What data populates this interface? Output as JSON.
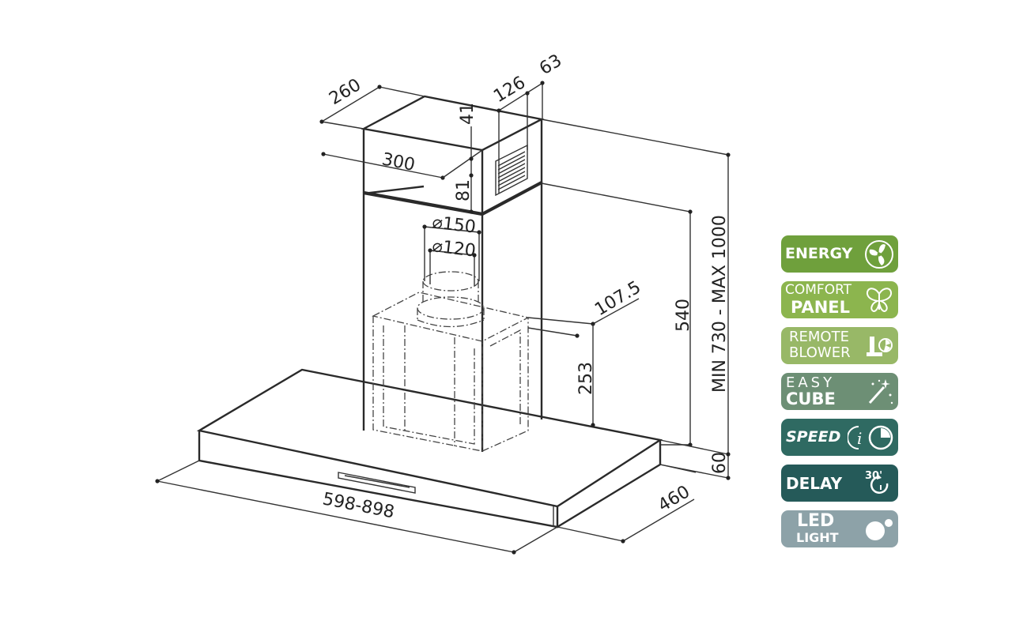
{
  "dimensions": {
    "chimney_depth": "260",
    "chimney_width": "300",
    "upper_height": "41",
    "lower_offset": "81",
    "top_126": "126",
    "top_63": "63",
    "duct_outer": "⌀150",
    "duct_inner": "⌀120",
    "offset_107": "107.5",
    "height_253": "253",
    "height_540": "540",
    "height_range": "MIN 730 - MAX 1000",
    "canopy_height": "60",
    "canopy_depth": "460",
    "canopy_width": "598-898"
  },
  "badges": [
    {
      "line1": "ENERGY",
      "line2": "",
      "color": "#6fa03c",
      "icon": "fan-icon"
    },
    {
      "line1": "COMFORT",
      "line2": "PANEL",
      "color": "#8cb54e",
      "icon": "butterfly-icon"
    },
    {
      "line1": "REMOTE",
      "line2": "BLOWER",
      "color": "#98b867",
      "icon": "remote-blower-icon"
    },
    {
      "line1": "EASY",
      "line2": "CUBE",
      "color": "#6d8f75",
      "icon": "magic-wand-icon"
    },
    {
      "line1": "SPEED",
      "line2": "",
      "color": "#2f6a62",
      "icon": "speed-info-icon"
    },
    {
      "line1": "DELAY",
      "line2": "",
      "color": "#255a59",
      "icon": "timer-30-icon",
      "icon_text": "30'"
    },
    {
      "line1": "LED",
      "line2": "LIGHT",
      "color": "#8da2a8",
      "icon": "light-dots-icon"
    }
  ]
}
